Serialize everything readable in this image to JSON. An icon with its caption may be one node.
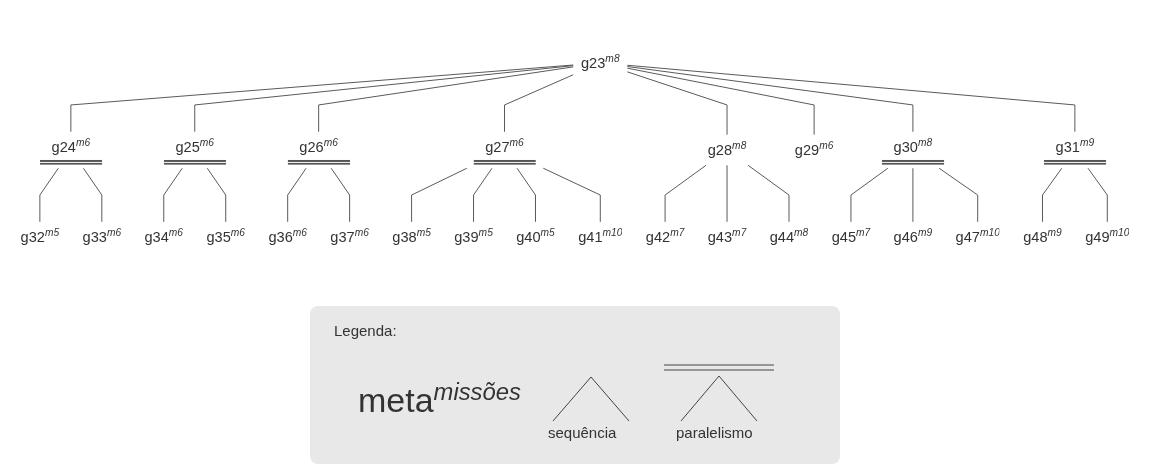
{
  "diagram": {
    "nodes": [
      {
        "text": [
          "g23$^{m8}$"
        ]
      },
      {
        "text": [
          "g24$^{m6}$"
        ]
      },
      {
        "text": [
          "g25$^{m6}$"
        ]
      },
      {
        "text": [
          "g26$^{m6}$"
        ]
      },
      {
        "text": [
          "g27$^{m6}$"
        ]
      },
      {
        "text": [
          "g28$^{m8}$"
        ]
      },
      {
        "text": [
          "g29$^{m6}$"
        ]
      },
      {
        "text": [
          "g30$^{m8}$"
        ]
      },
      {
        "text": [
          "g31$^{m9}$"
        ]
      },
      {
        "text": [
          "g32$^{m5}$"
        ]
      },
      {
        "text": [
          "g33$^{m6}$"
        ]
      },
      {
        "text": [
          "g34$^{m6}$"
        ]
      },
      {
        "text": [
          "g35$^{m6}$"
        ]
      },
      {
        "text": [
          "g36$^{m6}$"
        ]
      },
      {
        "text": [
          "g37$^{m6}$"
        ]
      },
      {
        "text": [
          "g38$^{m5}$"
        ]
      },
      {
        "text": [
          "g39$^{m5}$"
        ]
      },
      {
        "text": [
          "g40$^{m5}$"
        ]
      },
      {
        "text": [
          "g41$^{m10}$"
        ]
      },
      {
        "text": [
          "g42$^{m7}$"
        ]
      },
      {
        "text": [
          "g43$^{m7}$"
        ]
      },
      {
        "text": [
          "g44$^{m8}$"
        ]
      },
      {
        "text": [
          "g45$^{m7}$"
        ]
      },
      {
        "text": [
          "g46$^{m9}$"
        ]
      },
      {
        "text": [
          "g47$^{m10}$"
        ]
      },
      {
        "text": [
          "g48$^{m9}$"
        ]
      },
      {
        "text": [
          "g49$^{m10}$"
        ]
      }
    ],
    "edges": [
      {
        "from": 0,
        "to": 1,
        "arrow": "none"
      },
      {
        "from": 0,
        "to": 2,
        "arrow": "none"
      },
      {
        "from": 0,
        "to": 3,
        "arrow": "none"
      },
      {
        "from": 0,
        "to": 4,
        "arrow": "none"
      },
      {
        "from": 0,
        "to": 5,
        "arrow": "none"
      },
      {
        "from": 0,
        "to": 6,
        "arrow": "none"
      },
      {
        "from": 0,
        "to": 7,
        "arrow": "none"
      },
      {
        "from": 0,
        "to": 8,
        "arrow": "none"
      },
      {
        "from": 1,
        "to": 9,
        "arrow": "none"
      },
      {
        "from": 1,
        "to": 10,
        "arrow": "none"
      },
      {
        "from": 2,
        "to": 11,
        "arrow": "none"
      },
      {
        "from": 2,
        "to": 12,
        "arrow": "none"
      },
      {
        "from": 3,
        "to": 13,
        "arrow": "none"
      },
      {
        "from": 3,
        "to": 14,
        "arrow": "none"
      },
      {
        "from": 4,
        "to": 15,
        "arrow": "none"
      },
      {
        "from": 4,
        "to": 16,
        "arrow": "none"
      },
      {
        "from": 4,
        "to": 17,
        "arrow": "none"
      },
      {
        "from": 4,
        "to": 18,
        "arrow": "none"
      },
      {
        "from": 5,
        "to": 19,
        "arrow": "none"
      },
      {
        "from": 5,
        "to": 20,
        "arrow": "none"
      },
      {
        "from": 5,
        "to": 21,
        "arrow": "none"
      },
      {
        "from": 7,
        "to": 22,
        "arrow": "none"
      },
      {
        "from": 7,
        "to": 23,
        "arrow": "none"
      },
      {
        "from": 7,
        "to": 24,
        "arrow": "none"
      },
      {
        "from": 8,
        "to": 25,
        "arrow": "none"
      },
      {
        "from": 8,
        "to": 26,
        "arrow": "none"
      }
    ],
    "labels": [
      "Legenda:"
    ],
    "legend": [
      {
        "text": "meta$^{missões}$"
      },
      {
        "text": "sequência"
      },
      {
        "text": "paralelismo"
      }
    ]
  }
}
